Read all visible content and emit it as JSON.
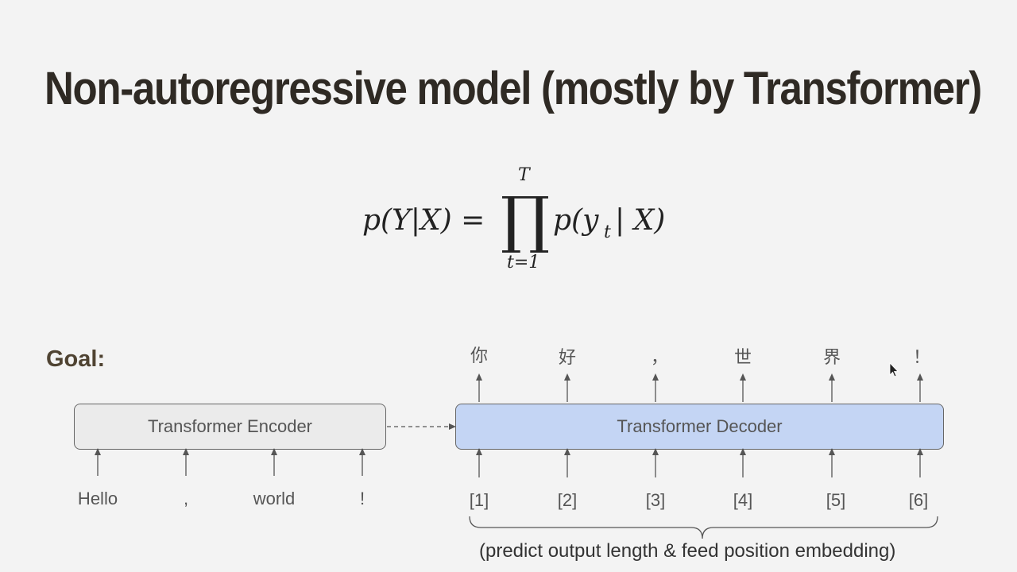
{
  "slide": {
    "title": "Non-autoregressive model (mostly by Transformer)",
    "formula": {
      "lhs": "p(Y|X) =",
      "upper_limit": "T",
      "lower_limit": "t=1",
      "product_symbol": "∏",
      "rhs": "p(y",
      "rhs_subscript": "t",
      "rhs_end": "| X)"
    },
    "goal_label": "Goal:",
    "encoder": {
      "label": "Transformer Encoder",
      "inputs": [
        "Hello",
        ",",
        "world",
        "!"
      ]
    },
    "decoder": {
      "label": "Transformer Decoder",
      "inputs": [
        "[1]",
        "[2]",
        "[3]",
        "[4]",
        "[5]",
        "[6]"
      ],
      "outputs": [
        "你",
        "好",
        "，",
        "世",
        "界",
        "！"
      ]
    },
    "brace_caption": "(predict output length & feed position embedding)"
  },
  "colors": {
    "title": "#2f2a24",
    "goal": "#4f4332",
    "encoder_fill": "#ebebeb",
    "decoder_fill": "#c4d5f4",
    "arrow": "#555555"
  },
  "icons": {
    "cursor": "mouse-pointer-icon"
  }
}
